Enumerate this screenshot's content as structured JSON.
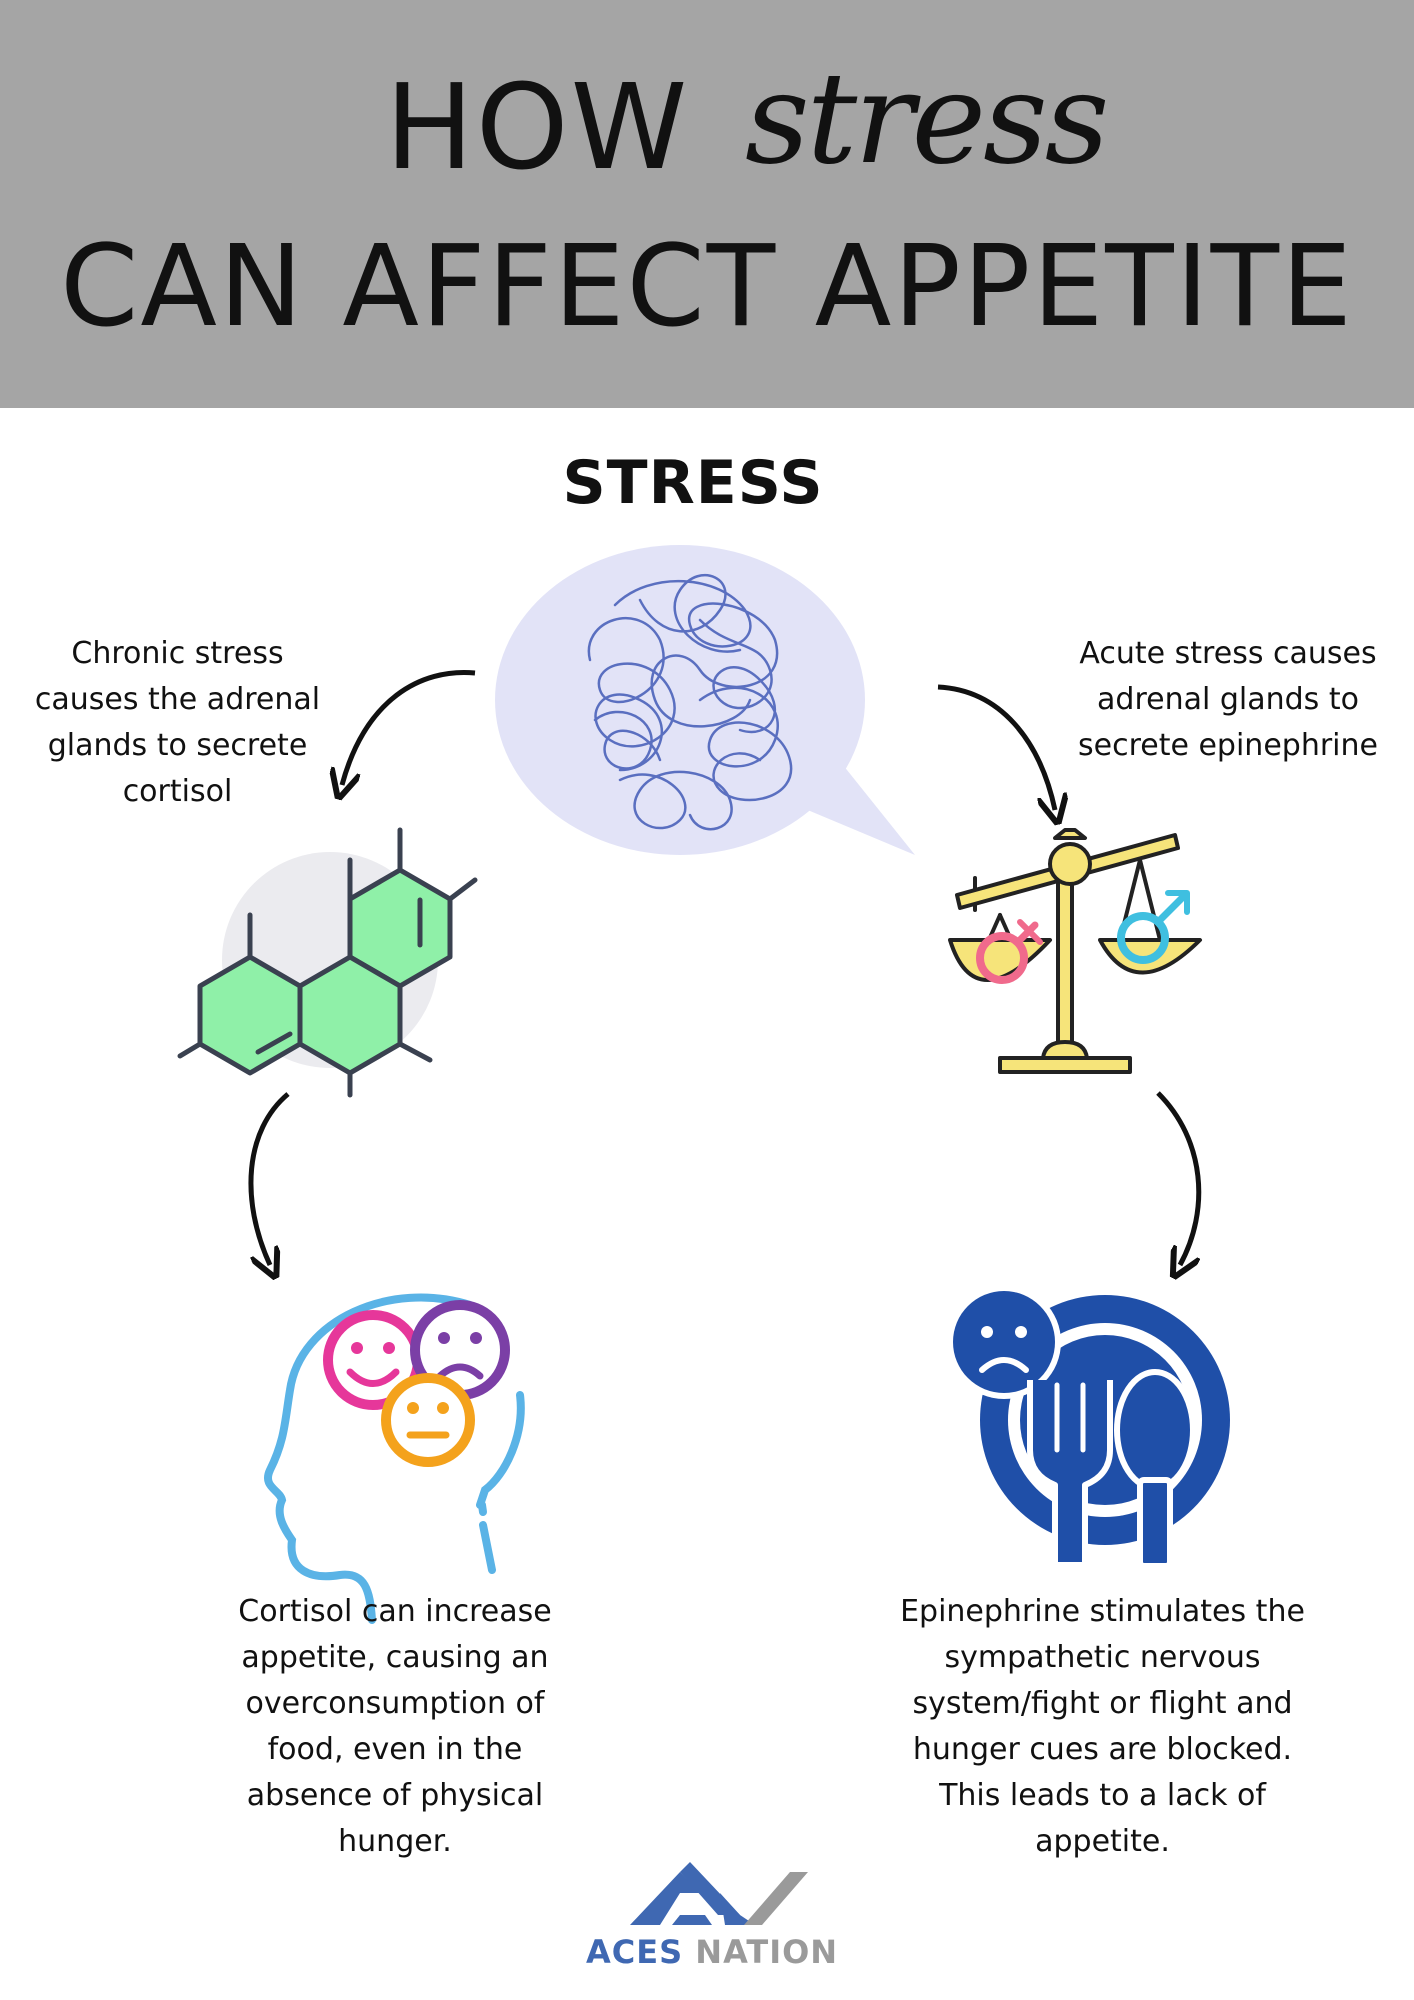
{
  "header": {
    "title_line1": "HOW",
    "title_script": "stress",
    "title_line2": "CAN AFFECT APPETITE"
  },
  "center": {
    "label": "STRESS"
  },
  "left_branch": {
    "top_caption": "Chronic stress causes the adrenal glands to secrete cortisol",
    "bottom_caption": "Cortisol can increase appetite, causing an overconsumption of food, even in the absence of physical hunger."
  },
  "right_branch": {
    "top_caption": "Acute stress causes adrenal glands to secrete epinephrine",
    "bottom_caption": "Epinephrine stimulates the sympathetic nervous system/fight or flight and hunger cues are blocked. This leads to a lack of appetite."
  },
  "logo": {
    "word1": "ACES",
    "word2": "NATION"
  },
  "colors": {
    "header_bg": "#a5a5a5",
    "bubble": "#e2e3f7",
    "tangle": "#5a6fc0",
    "molecule_fill": "#8ff0a8",
    "molecule_line": "#3a4150",
    "scale_fill": "#f6e47a",
    "female_symbol": "#f06a8c",
    "male_symbol": "#3fbfe0",
    "head_outline": "#5ab3e6",
    "face_pink": "#e6379a",
    "face_purple": "#7b3fa6",
    "face_orange": "#f4a21c",
    "plate_blue": "#1f4fa8",
    "logo_blue": "#3f68b2",
    "logo_gray": "#9a9a9a"
  },
  "icons": [
    "tangled-thought-bubble-icon",
    "steroid-molecule-icon",
    "gender-balance-scale-icon",
    "head-with-emotions-icon",
    "sad-plate-cutlery-icon"
  ]
}
